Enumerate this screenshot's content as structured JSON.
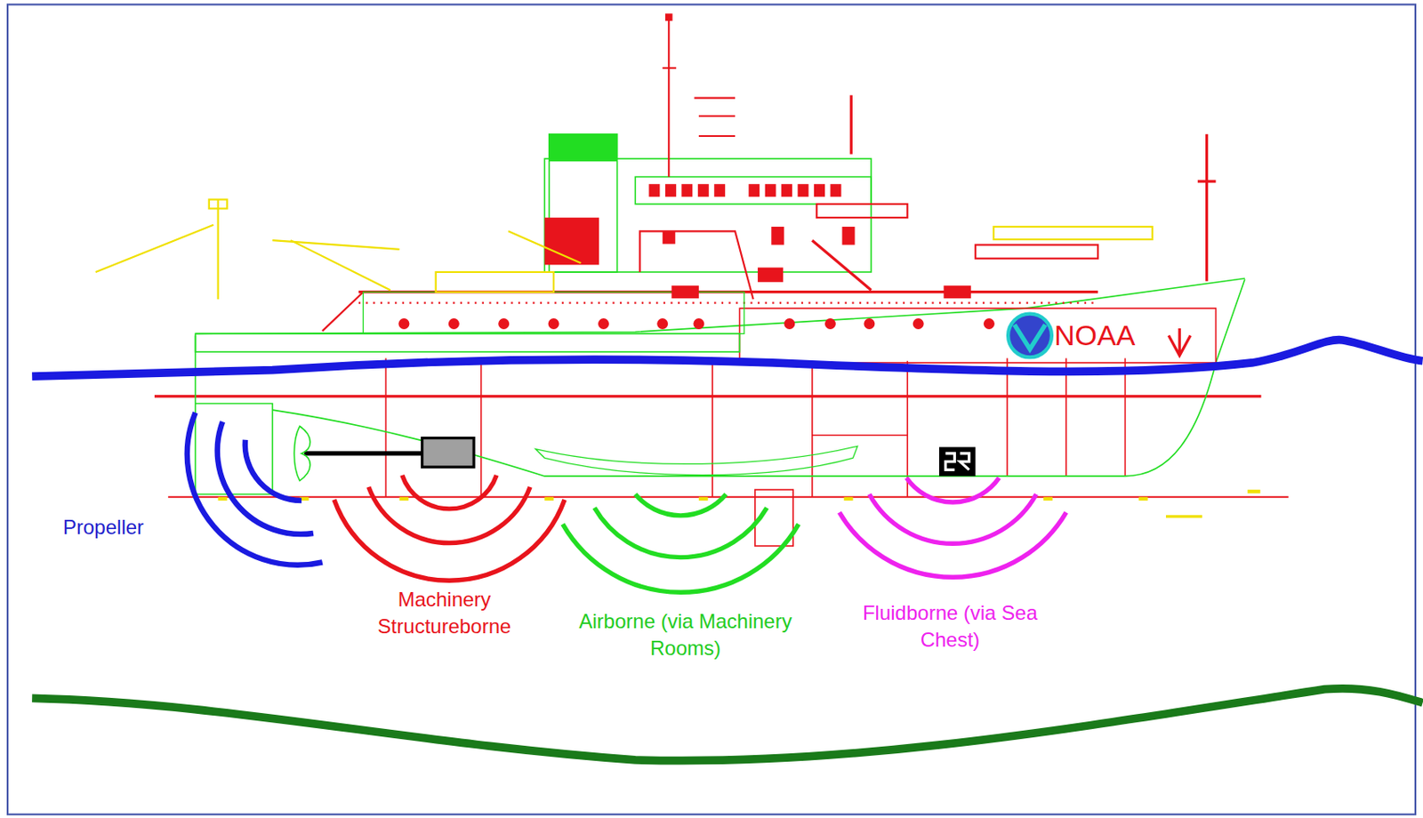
{
  "diagram": {
    "labels": [
      "NOAA",
      "Propeller",
      "Machinery Structureborne",
      "Airborne (via Machinery Rooms)",
      "Fluidborne (via Sea Chest)"
    ]
  }
}
